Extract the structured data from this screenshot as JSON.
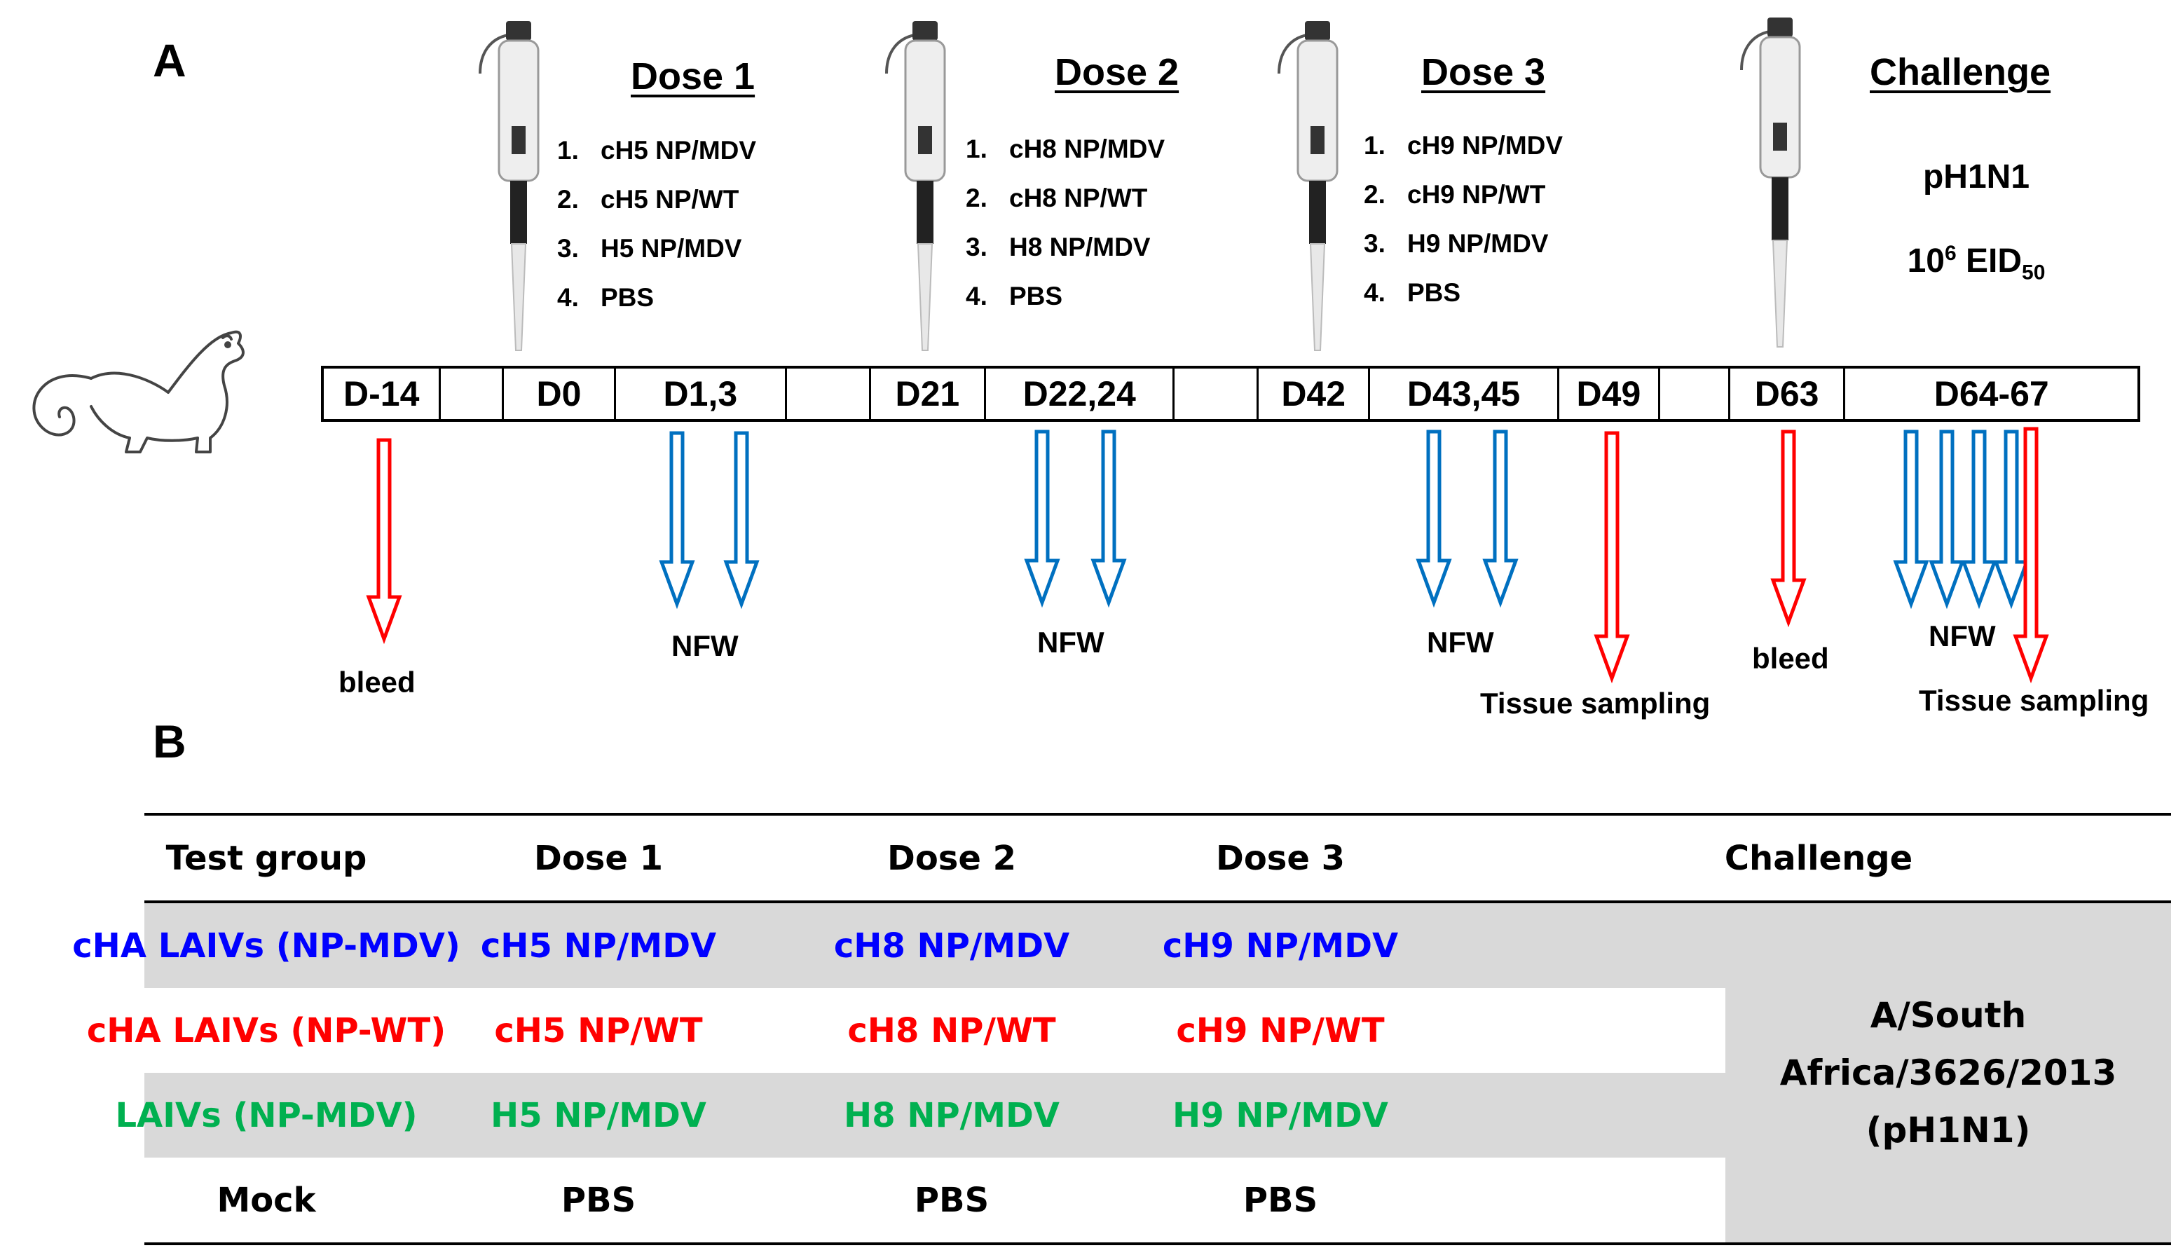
{
  "panels": {
    "a": "A",
    "b": "B"
  },
  "doses": [
    {
      "title": "Dose 1",
      "items": [
        [
          "1.",
          "cH5 NP/MDV"
        ],
        [
          "2.",
          "cH5 NP/WT"
        ],
        [
          "3.",
          "H5 NP/MDV"
        ],
        [
          "4.",
          "PBS"
        ]
      ]
    },
    {
      "title": "Dose 2",
      "items": [
        [
          "1.",
          "cH8 NP/MDV"
        ],
        [
          "2.",
          "cH8 NP/WT"
        ],
        [
          "3.",
          "H8 NP/MDV"
        ],
        [
          "4.",
          "PBS"
        ]
      ]
    },
    {
      "title": "Dose 3",
      "items": [
        [
          "1.",
          "cH9 NP/MDV"
        ],
        [
          "2.",
          "cH9 NP/WT"
        ],
        [
          "3.",
          "H9 NP/MDV"
        ],
        [
          "4.",
          "PBS"
        ]
      ]
    }
  ],
  "challenge": {
    "title": "Challenge",
    "virus": "pH1N1",
    "dose_base": "10",
    "dose_exp": "6",
    "dose_unit": "EID",
    "dose_sub": "50"
  },
  "timeline": [
    "D-14",
    "",
    "D0",
    "D1,3",
    "",
    "D21",
    "D22,24",
    "",
    "D42",
    "D43,45",
    "D49",
    "",
    "D63",
    "D64-67"
  ],
  "arrow_labels": {
    "bleed1": "bleed",
    "nfw1": "NFW",
    "nfw2": "NFW",
    "nfw3": "NFW",
    "tissue1": "Tissue sampling",
    "bleed2": "bleed",
    "nfw4": "NFW",
    "tissue2": "Tissue sampling"
  },
  "colors": {
    "sampling_arrow": "#ff0000",
    "nfw_arrow": "#0070c0",
    "row_blue": "#0000ff",
    "row_red": "#ff0000",
    "row_green": "#00b050",
    "shade": "#d9d9d9"
  },
  "table": {
    "headers": [
      "Test group",
      "Dose 1",
      "Dose 2",
      "Dose 3",
      "Challenge"
    ],
    "rows": [
      {
        "group": "cHA LAIVs (NP-MDV)",
        "d1": "cH5 NP/MDV",
        "d2": "cH8 NP/MDV",
        "d3": "cH9 NP/MDV"
      },
      {
        "group": "cHA LAIVs (NP-WT)",
        "d1": "cH5 NP/WT",
        "d2": "cH8 NP/WT",
        "d3": "cH9 NP/WT"
      },
      {
        "group": "LAIVs (NP-MDV)",
        "d1": "H5 NP/MDV",
        "d2": "H8 NP/MDV",
        "d3": "H9 NP/MDV"
      },
      {
        "group": "Mock",
        "d1": "PBS",
        "d2": "PBS",
        "d3": "PBS"
      }
    ],
    "challenge_lines": [
      "A/South",
      "Africa/3626/2013",
      "(pH1N1)"
    ]
  }
}
